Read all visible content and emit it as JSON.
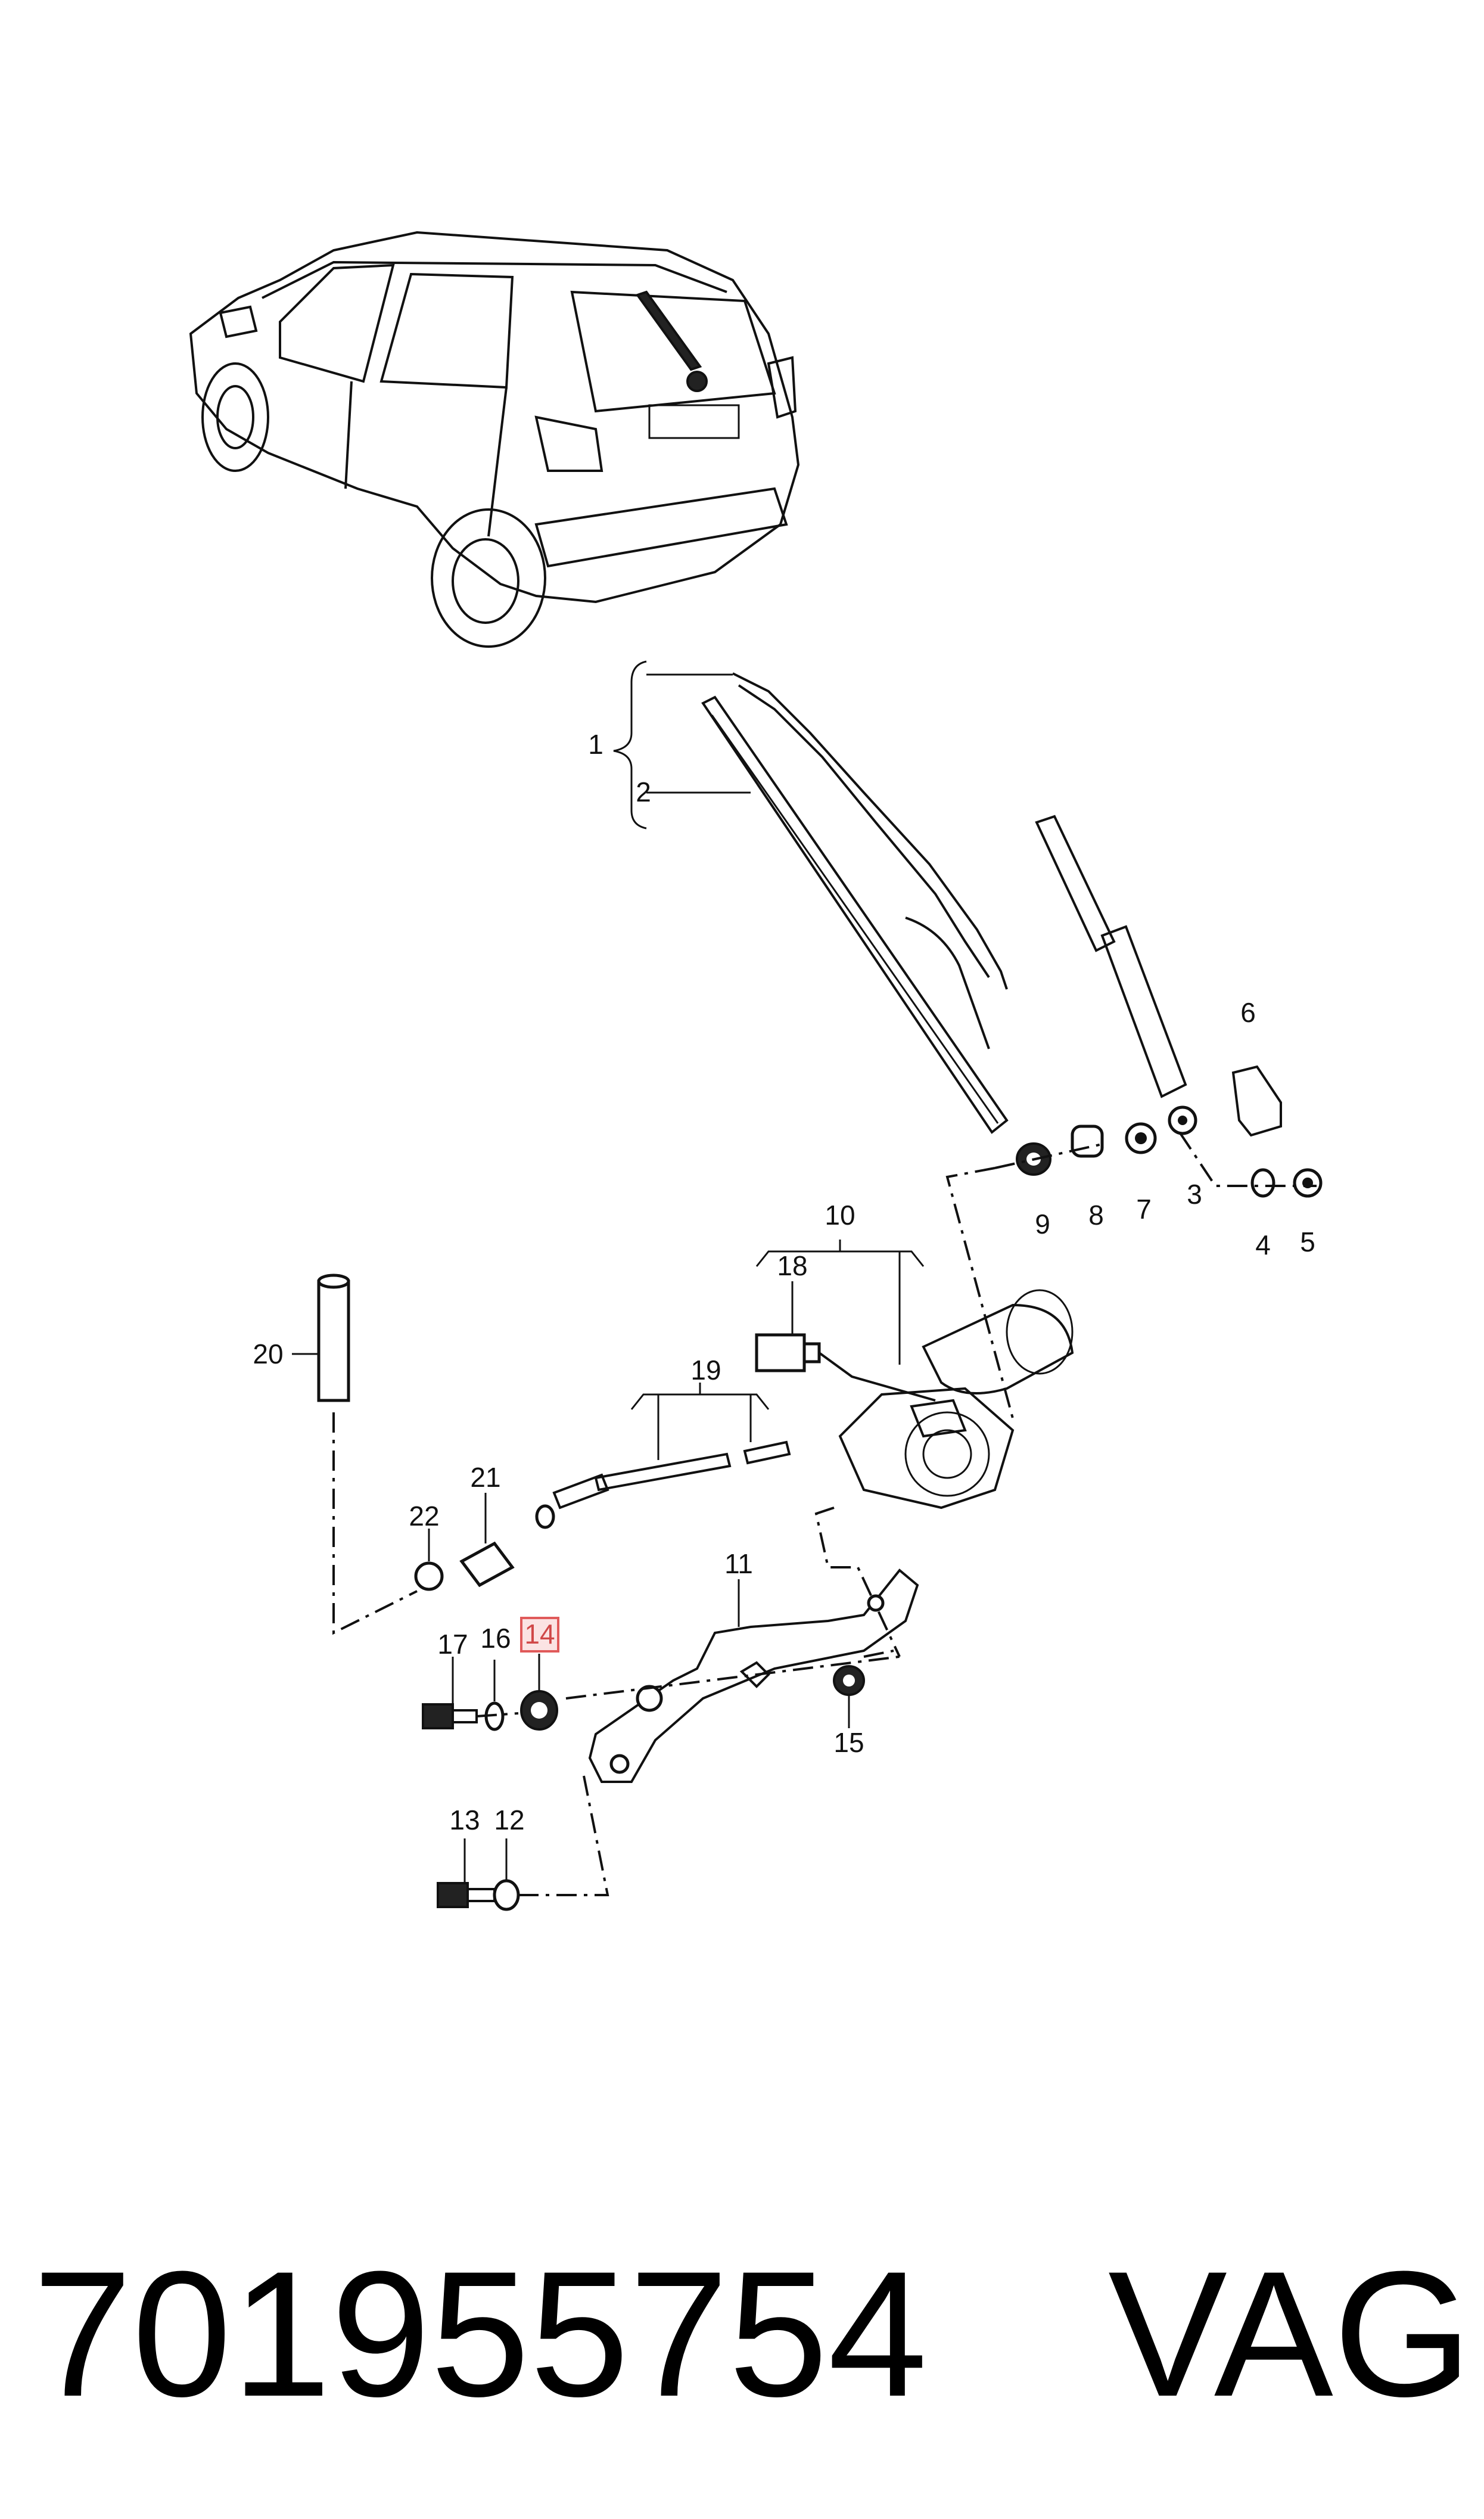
{
  "diagram": {
    "callouts": {
      "c1": "1",
      "c2": "2",
      "c3": "3",
      "c4": "4",
      "c5": "5",
      "c6": "6",
      "c7": "7",
      "c8": "8",
      "c9": "9",
      "c10": "10",
      "c11": "11",
      "c12": "12",
      "c13": "13",
      "c14": "14",
      "c15": "15",
      "c16": "16",
      "c17": "17",
      "c18": "18",
      "c19": "19",
      "c20": "20",
      "c21": "21",
      "c22": "22"
    },
    "highlighted_callout": "14",
    "highlight_color": "#e05a5a"
  },
  "footer": {
    "part_number": "701955754",
    "brand": "VAG"
  }
}
